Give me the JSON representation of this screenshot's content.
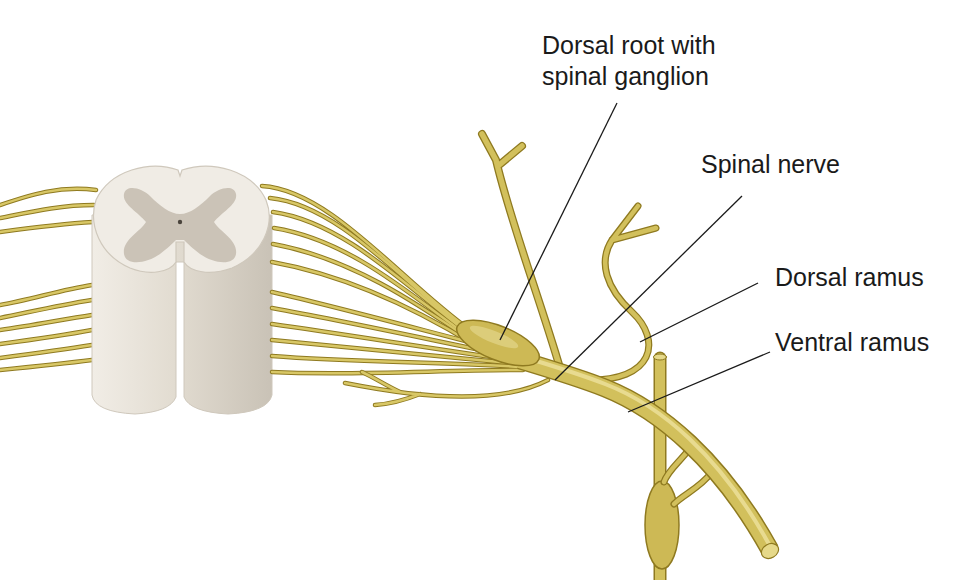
{
  "diagram": {
    "labels": [
      "Dorsal root with spinal ganglion",
      "Spinal nerve",
      "Dorsal ramus",
      "Ventral ramus"
    ]
  }
}
